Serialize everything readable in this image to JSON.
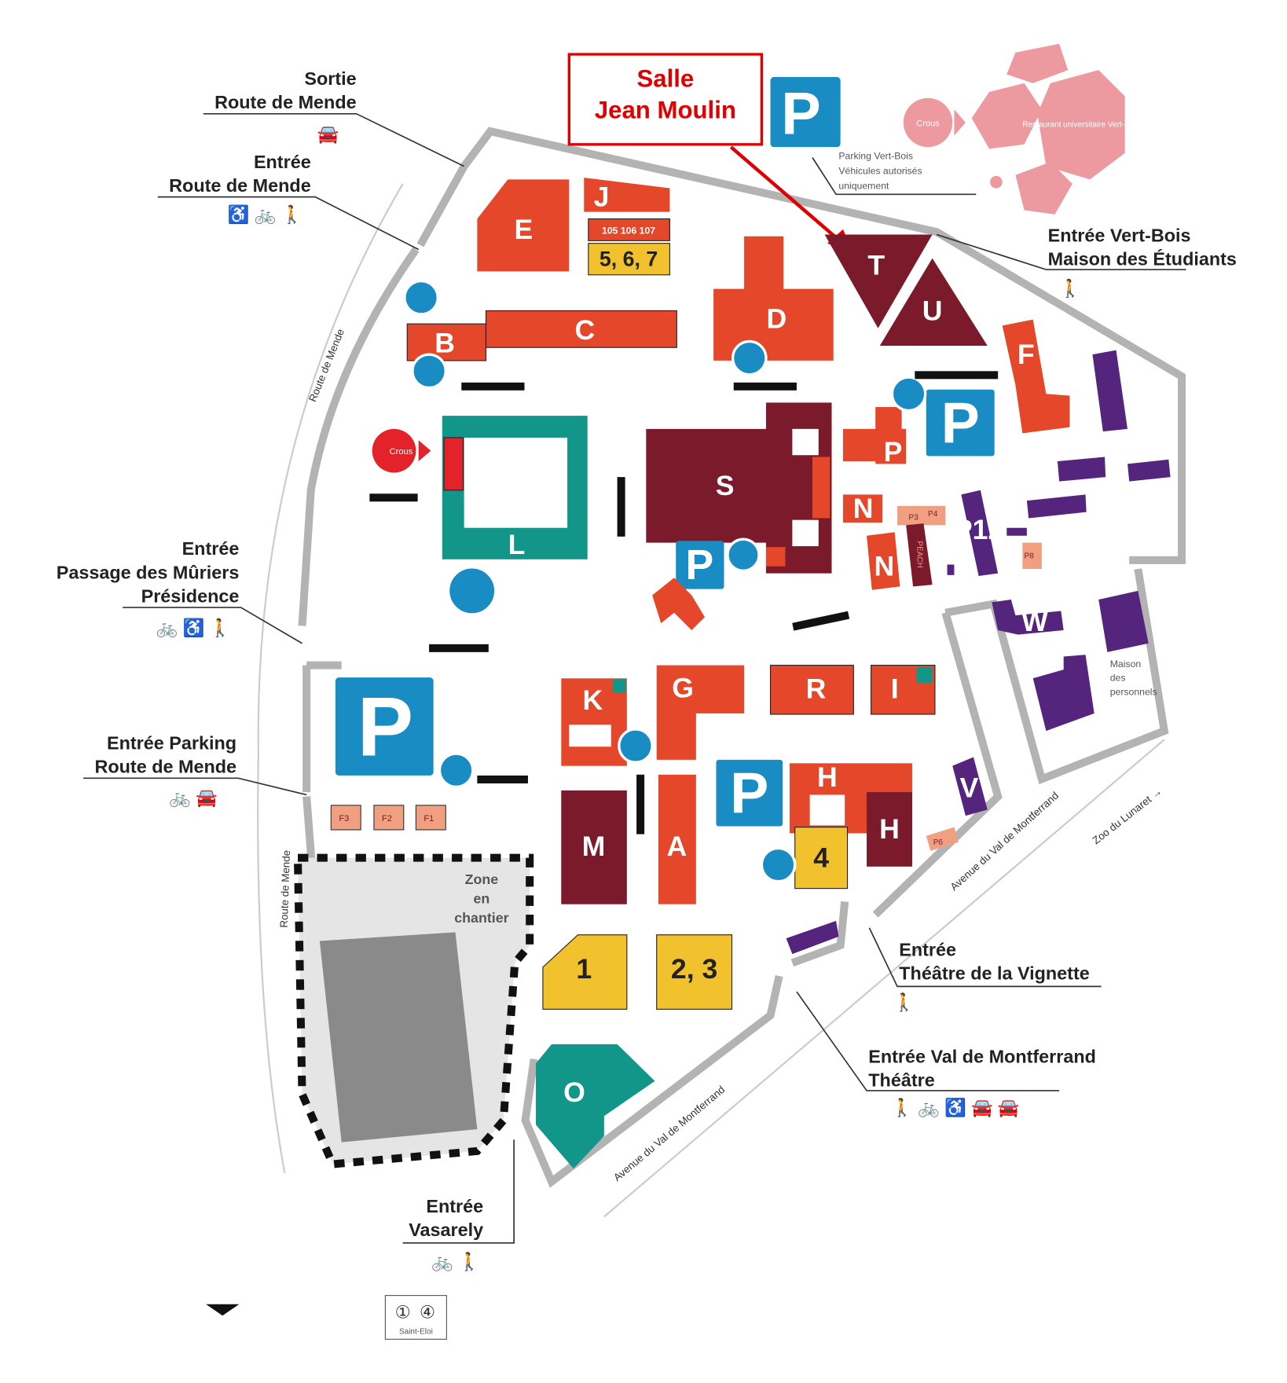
{
  "callout": {
    "line1": "Salle",
    "line2": "Jean Moulin",
    "color": "#e00000"
  },
  "entrances": [
    {
      "line1": "Sortie",
      "line2": "Route de Mende",
      "icons": "🚘"
    },
    {
      "line1": "Entrée",
      "line2": "Route de Mende",
      "icons": "♿ 🚲 🚶"
    },
    {
      "line1": "Entrée Vert-Bois",
      "line2": "Maison des Étudiants",
      "icons": "🚶"
    },
    {
      "line1": "Entrée",
      "line2": "Passage des Mûriers",
      "line3": "Présidence",
      "icons": "🚲 ♿ 🚶"
    },
    {
      "line1": "Entrée Parking",
      "line2": "Route de Mende",
      "icons": "🚲 🚘"
    },
    {
      "line1": "Entrée",
      "line2": "Théâtre de la Vignette",
      "icons": "🚶"
    },
    {
      "line1": "Entrée Val de Montferrand",
      "line2": "Théâtre",
      "icons": "🚶 🚲 ♿ 🚘 🚘"
    },
    {
      "line1": "Entrée",
      "line2": "Vasarely",
      "icons": "🚲 🚶"
    }
  ],
  "buildings": {
    "E": "E",
    "J": "J",
    "rooms": "105 106 107",
    "amphi567": "5, 6, 7",
    "B": "B",
    "C": "C",
    "D": "D",
    "T": "T",
    "U": "U",
    "F": "F",
    "L": "L",
    "S": "S",
    "P": "P",
    "N1": "N",
    "N2": "N",
    "P3": "P3",
    "P4": "P4",
    "PEACH": "PEACH",
    "P12": "P12",
    "P8": "P8",
    "W": "W",
    "K": "K",
    "G": "G",
    "R": "R",
    "I": "I",
    "H1": "H",
    "H2": "H",
    "M": "M",
    "A": "A",
    "amphi4": "4",
    "V": "V",
    "P6": "P6",
    "amphi1": "1",
    "amphi23": "2, 3",
    "O": "O",
    "F1": "F1",
    "F2": "F2",
    "F3": "F3"
  },
  "parking": {
    "letter": "P",
    "vert_bois": [
      "Parking Vert-Bois",
      "Véhicules autorisés",
      "uniquement"
    ]
  },
  "restaurant": {
    "crous": "Crous",
    "name": "Restaurant universitaire Vert-Bois"
  },
  "crous_l": "Crous",
  "maison_personnels": [
    "Maison",
    "des",
    "personnels"
  ],
  "zone": [
    "Zone",
    "en",
    "chantier"
  ],
  "streets": {
    "route_mende_1": "Route de Mende",
    "route_mende_2": "Route de Mende",
    "avenue_1": "Avenue du Val de Montferrand",
    "avenue_2": "Avenue du Val de Montferrand",
    "zoo": "Zoo du Lunaret →"
  },
  "tram": {
    "lines": [
      "①",
      "④"
    ],
    "stop": "Saint-Eloi"
  },
  "colors": {
    "orange": "#e4472a",
    "maroon": "#7a1a2a",
    "teal": "#13968a",
    "blue": "#1a8cc4",
    "yellow": "#f2c12e",
    "purple": "#55257e",
    "salmon": "#f0a080"
  }
}
